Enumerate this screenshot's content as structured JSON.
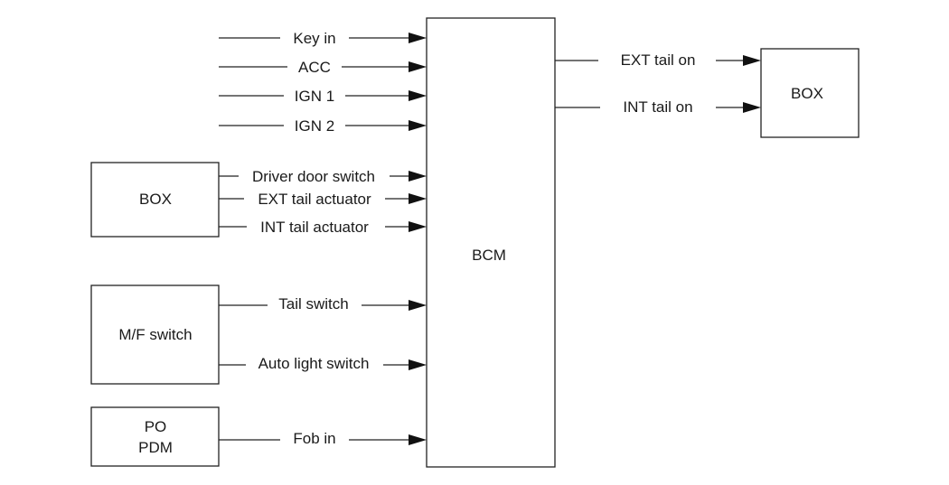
{
  "blocks": {
    "bcm": "BCM",
    "box_left": "BOX",
    "box_right": "BOX",
    "mf_switch": "M/F switch",
    "po_pdm_line1": "PO",
    "po_pdm_line2": "PDM"
  },
  "inputs": {
    "key_in": "Key in",
    "acc": "ACC",
    "ign1": "IGN 1",
    "ign2": "IGN 2",
    "driver_door_switch": "Driver door switch",
    "ext_tail_actuator": "EXT tail actuator",
    "int_tail_actuator": "INT tail actuator",
    "tail_switch": "Tail switch",
    "auto_light_switch": "Auto light switch",
    "fob_in": "Fob in"
  },
  "outputs": {
    "ext_tail_on": "EXT tail on",
    "int_tail_on": "INT tail on"
  }
}
